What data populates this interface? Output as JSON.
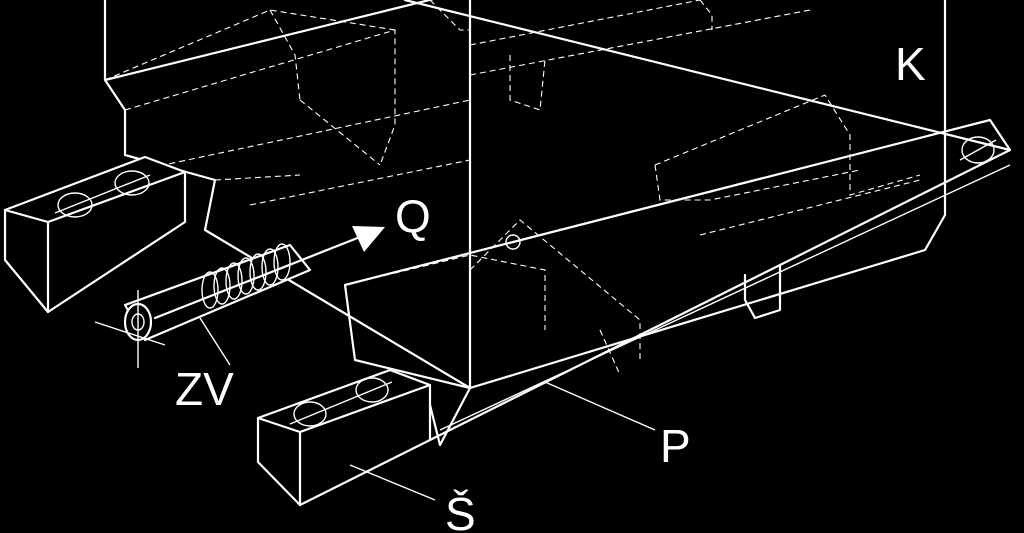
{
  "labels": {
    "k": "K",
    "q": "Q",
    "zv": "ZV",
    "p": "P",
    "s": "Š"
  },
  "colors": {
    "background": "#000000",
    "line": "#ffffff"
  }
}
